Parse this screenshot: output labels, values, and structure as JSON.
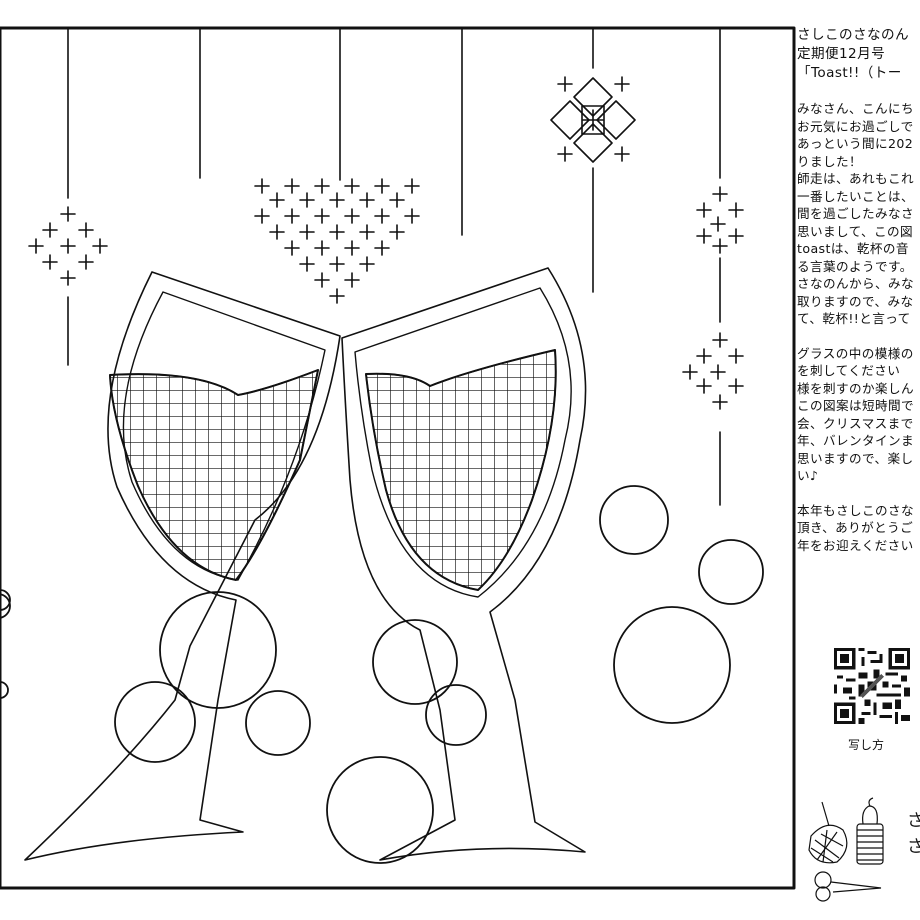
{
  "sidebar": {
    "header": [
      "さしこのさなのん",
      "定期便12月号",
      "「Toast!!（トー"
    ],
    "paragraphs": [
      [
        "みなさん、こんにち",
        "お元気にお過ごしで",
        "あっという間に202",
        "りました！",
        "師走は、あれもこれ",
        "一番したいことは、",
        "間を過ごしたみなさ",
        "思いまして、この図",
        "toastは、乾杯の音",
        "る言葉のようです。",
        "さなのんから、みな",
        "取りますので、みな",
        "て、乾杯!!と言って"
      ],
      [
        "グラスの中の模様の",
        "を刺してください",
        "様を刺すのか楽しん",
        "この図案は短時間で",
        "会、クリスマスまで",
        "年、バレンタインま",
        "思いますので、楽し",
        "い♪"
      ],
      [
        "本年もさしこのさな",
        "頂き、ありがとうご",
        "年をお迎えください"
      ]
    ],
    "qr_caption": "写し方",
    "brand_chars": [
      "さ",
      "さ"
    ]
  },
  "icons": {
    "qr": "qr-code-icon",
    "logo": "sewing-kit-logo-icon"
  },
  "colors": {
    "ink": "#111111",
    "paper": "#ffffff"
  }
}
